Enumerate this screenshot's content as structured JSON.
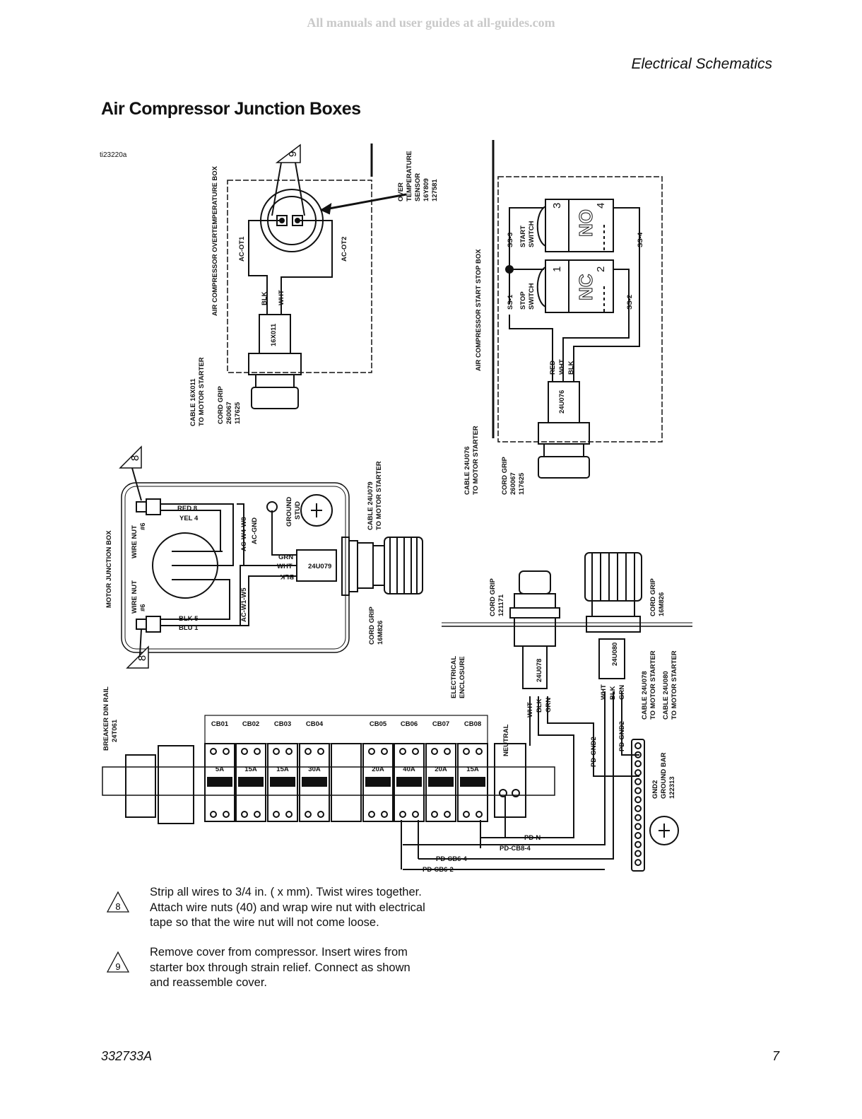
{
  "watermark": "All manuals and user guides at all-guides.com",
  "header": {
    "section": "Electrical  Schematics",
    "title": "Air Compressor Junction Boxes"
  },
  "figure_id": "ti23220a",
  "over_temp_box": {
    "title": "AIR COMPRESSOR OVERTEMPERATURE BOX",
    "sensor": [
      "OVER",
      "TEMPERATURE",
      "SENSOR",
      "16Y809",
      "127581"
    ],
    "callout": "9",
    "ac_ot1": "AC-OT1",
    "ac_ot2": "AC-OT2",
    "wire_blk": "BLK",
    "wire_wht": "WHT",
    "cable_id": "16X011",
    "cable": [
      "CABLE 16X011",
      "TO MOTOR STARTER"
    ],
    "cord_grip": [
      "CORD GRIP",
      "260067",
      "117625"
    ]
  },
  "start_stop_box": {
    "title": "AIR COMPRESSOR START STOP BOX",
    "ss3": "SS-3",
    "start": [
      "START",
      "SWITCH"
    ],
    "ss1": "SS-1",
    "stop": [
      "STOP",
      "SWITCH"
    ],
    "ss4": "SS-4",
    "ss2": "SS-2",
    "n1": "1",
    "n2": "2",
    "n3": "3",
    "n4": "4",
    "no": "NO",
    "nc": "NC",
    "wires": [
      "RED",
      "WHT",
      "BLK"
    ],
    "cable_id": "24U076",
    "cable": [
      "CABLE 24U076",
      "TO MOTOR STARTER"
    ],
    "cord_grip": [
      "CORD GRIP",
      "260067",
      "117625"
    ]
  },
  "motor_box": {
    "title": "MOTOR JUNCTION BOX",
    "callout": "8",
    "wire_nut": [
      "WIRE NUT",
      "#6"
    ],
    "red": "RED  8",
    "yel": "YEL  4",
    "blk": "BLK  5",
    "blu": "BLU  1",
    "acw4w8": "AC-W4-W8",
    "acgnd": "AC-GND",
    "acw1w5": "AC-W1-W5",
    "ground_stud": [
      "GROUND",
      "STUD"
    ],
    "grn": "GRN",
    "wht": "WHT",
    "blk2": "BLK",
    "cable_id": "24U079",
    "cable": [
      "CABLE 24U079",
      "TO MOTOR STARTER"
    ],
    "cord_grip": [
      "CORD GRIP",
      "16M826"
    ]
  },
  "enclosure": {
    "label": [
      "ELECTRICAL",
      "ENCLOSURE"
    ],
    "grip_a": [
      "CORD GRIP",
      "121171"
    ],
    "grip_b": [
      "CORD GRIP",
      "16M826"
    ],
    "cable_a_id": "24U078",
    "cable_b_id": "24U080",
    "wires_a": [
      "WHT",
      "BLK",
      "GRN"
    ],
    "wires_b": [
      "WHT",
      "BLK",
      "GRN"
    ],
    "cables": [
      "CABLE 24U078",
      "TO MOTOR STARTER",
      "CABLE 24U080",
      "TO MOTOR STARTER"
    ]
  },
  "breakers": {
    "din_rail": [
      "BREAKER DIN RAIL",
      "24T061"
    ],
    "labels": [
      "CB01",
      "CB02",
      "CB03",
      "CB04",
      "CB05",
      "CB06",
      "CB07",
      "CB08"
    ],
    "ratings": [
      "5A",
      "15A",
      "15A",
      "30A",
      "20A",
      "40A",
      "20A",
      "15A"
    ],
    "neutral": "NEUTRAL",
    "pd_gnd2_a": "PD-GND2",
    "pd_gnd2_b": "PD-GND2",
    "ground_bar": [
      "GND2",
      "GROUND BAR",
      "122313"
    ],
    "pd_n": "PD-N",
    "pd_cb8_4": "PD-CB8-4",
    "pd_cb6_4": "PD-CB6-4",
    "pd_cb6_2": "PD-CB6-2"
  },
  "notes": [
    {
      "num": "8",
      "text": "Strip all wires to 3/4 in.  ( x mm).  Twist wires together.  Attach wire nuts (40) and wrap wire nut with electrical tape so that the wire nut will not come loose."
    },
    {
      "num": "9",
      "text": "Remove cover from compressor.  Insert wires from starter box through strain relief. Connect as shown and reassemble cover."
    }
  ],
  "footer": {
    "doc": "332733A",
    "page": "7"
  }
}
